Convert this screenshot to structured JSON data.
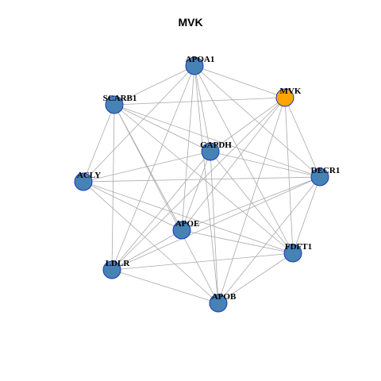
{
  "title": "MVK",
  "colors": {
    "node_default": "#4682B4",
    "node_highlight": "#FFA500",
    "node_border": "#1C39BB",
    "edge": "#AAAAAA",
    "background": "#FFFFFF"
  },
  "nodes": [
    {
      "id": "APOA1",
      "highlight": false
    },
    {
      "id": "MVK",
      "highlight": true
    },
    {
      "id": "SCARB1",
      "highlight": false
    },
    {
      "id": "GAPDH",
      "highlight": false
    },
    {
      "id": "DECR1",
      "highlight": false
    },
    {
      "id": "ACLY",
      "highlight": false
    },
    {
      "id": "APOE",
      "highlight": false
    },
    {
      "id": "FDFT1",
      "highlight": false
    },
    {
      "id": "LDLR",
      "highlight": false
    },
    {
      "id": "APOB",
      "highlight": false
    }
  ],
  "edges": [
    [
      "APOA1",
      "MVK"
    ],
    [
      "APOA1",
      "SCARB1"
    ],
    [
      "APOA1",
      "GAPDH"
    ],
    [
      "APOA1",
      "DECR1"
    ],
    [
      "APOA1",
      "ACLY"
    ],
    [
      "APOA1",
      "APOE"
    ],
    [
      "APOA1",
      "FDFT1"
    ],
    [
      "APOA1",
      "LDLR"
    ],
    [
      "APOA1",
      "APOB"
    ],
    [
      "MVK",
      "SCARB1"
    ],
    [
      "MVK",
      "GAPDH"
    ],
    [
      "MVK",
      "DECR1"
    ],
    [
      "MVK",
      "APOE"
    ],
    [
      "MVK",
      "FDFT1"
    ],
    [
      "MVK",
      "LDLR"
    ],
    [
      "MVK",
      "APOB"
    ],
    [
      "SCARB1",
      "GAPDH"
    ],
    [
      "SCARB1",
      "DECR1"
    ],
    [
      "SCARB1",
      "ACLY"
    ],
    [
      "SCARB1",
      "APOE"
    ],
    [
      "SCARB1",
      "FDFT1"
    ],
    [
      "SCARB1",
      "LDLR"
    ],
    [
      "SCARB1",
      "APOB"
    ],
    [
      "GAPDH",
      "DECR1"
    ],
    [
      "GAPDH",
      "ACLY"
    ],
    [
      "GAPDH",
      "APOE"
    ],
    [
      "GAPDH",
      "FDFT1"
    ],
    [
      "GAPDH",
      "LDLR"
    ],
    [
      "GAPDH",
      "APOB"
    ],
    [
      "DECR1",
      "ACLY"
    ],
    [
      "DECR1",
      "APOE"
    ],
    [
      "DECR1",
      "FDFT1"
    ],
    [
      "DECR1",
      "LDLR"
    ],
    [
      "DECR1",
      "APOB"
    ],
    [
      "ACLY",
      "APOE"
    ],
    [
      "ACLY",
      "FDFT1"
    ],
    [
      "ACLY",
      "APOB"
    ],
    [
      "APOE",
      "FDFT1"
    ],
    [
      "APOE",
      "LDLR"
    ],
    [
      "FDFT1",
      "LDLR"
    ],
    [
      "FDFT1",
      "APOB"
    ],
    [
      "LDLR",
      "APOB"
    ]
  ]
}
